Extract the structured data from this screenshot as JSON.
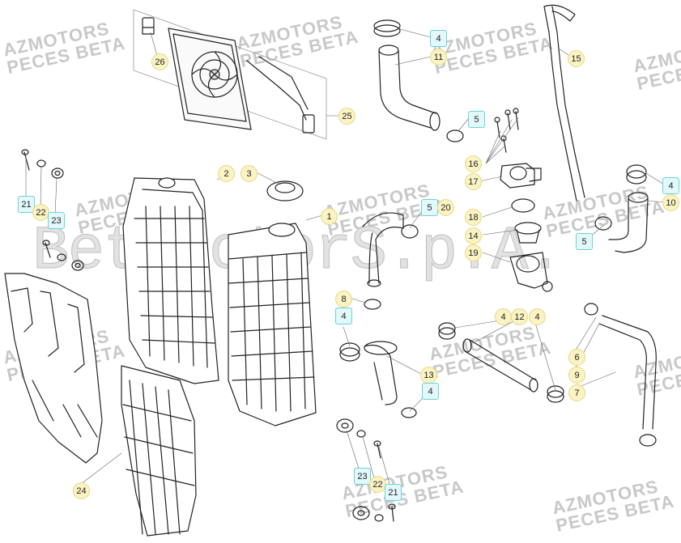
{
  "watermarks": {
    "brand": "AZMOTORS",
    "sub": "PECES BETA",
    "center": "BetamotorS.p.A."
  },
  "callouts": [
    {
      "id": "c26",
      "label": "26",
      "style": "y"
    },
    {
      "id": "c25",
      "label": "25",
      "style": "y"
    },
    {
      "id": "c4a",
      "label": "4",
      "style": "c"
    },
    {
      "id": "c11",
      "label": "11",
      "style": "y"
    },
    {
      "id": "c15",
      "label": "15",
      "style": "y"
    },
    {
      "id": "c5a",
      "label": "5",
      "style": "c"
    },
    {
      "id": "c16",
      "label": "16",
      "style": "y"
    },
    {
      "id": "c17",
      "label": "17",
      "style": "y"
    },
    {
      "id": "c4b",
      "label": "4",
      "style": "c"
    },
    {
      "id": "c10",
      "label": "10",
      "style": "y"
    },
    {
      "id": "c2",
      "label": "2",
      "style": "y"
    },
    {
      "id": "c3",
      "label": "3",
      "style": "y"
    },
    {
      "id": "c1",
      "label": "1",
      "style": "y"
    },
    {
      "id": "c5b",
      "label": "5",
      "style": "c"
    },
    {
      "id": "c20",
      "label": "20",
      "style": "y"
    },
    {
      "id": "c18",
      "label": "18",
      "style": "y"
    },
    {
      "id": "c14",
      "label": "14",
      "style": "y"
    },
    {
      "id": "c19",
      "label": "19",
      "style": "y"
    },
    {
      "id": "c5c",
      "label": "5",
      "style": "c"
    },
    {
      "id": "c21a",
      "label": "21",
      "style": "c"
    },
    {
      "id": "c22a",
      "label": "22",
      "style": "y"
    },
    {
      "id": "c23a",
      "label": "23",
      "style": "c"
    },
    {
      "id": "c8",
      "label": "8",
      "style": "y"
    },
    {
      "id": "c4c",
      "label": "4",
      "style": "c"
    },
    {
      "id": "c4d",
      "label": "4",
      "style": "y"
    },
    {
      "id": "c12",
      "label": "12",
      "style": "y"
    },
    {
      "id": "c4e",
      "label": "4",
      "style": "y"
    },
    {
      "id": "c6",
      "label": "6",
      "style": "y"
    },
    {
      "id": "c9",
      "label": "9",
      "style": "y"
    },
    {
      "id": "c7",
      "label": "7",
      "style": "y"
    },
    {
      "id": "c13",
      "label": "13",
      "style": "y"
    },
    {
      "id": "c4f",
      "label": "4",
      "style": "c"
    },
    {
      "id": "c24",
      "label": "24",
      "style": "y"
    },
    {
      "id": "c23b",
      "label": "23",
      "style": "c"
    },
    {
      "id": "c22b",
      "label": "22",
      "style": "y"
    },
    {
      "id": "c21b",
      "label": "21",
      "style": "c"
    }
  ]
}
